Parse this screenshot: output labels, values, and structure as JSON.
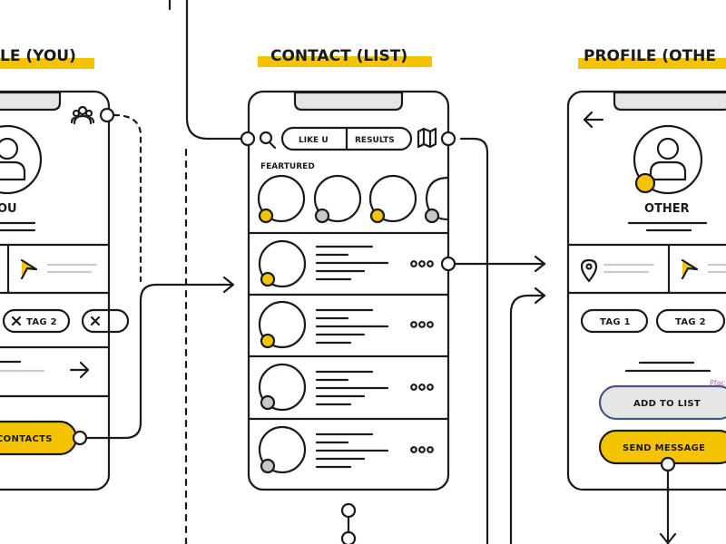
{
  "colors": {
    "accent": "#f5c400",
    "ink": "#1a1a1a",
    "grey_fill": "#e6e6e6",
    "grey_line": "#cccccc",
    "dot_grey": "#c8c8c8",
    "button_border": "#4a5480"
  },
  "screens": {
    "left": {
      "title": "LE (YOU)",
      "name": "YOU",
      "tag_2": "TAG 2",
      "button": "CONTACTS"
    },
    "middle": {
      "title": "CONTACT (LIST)",
      "tab_1": "LIKE U",
      "tab_2": "RESULTS",
      "featured_label": "FEARTURED",
      "featured_dots": [
        "accent",
        "grey",
        "accent",
        "grey"
      ],
      "row_dots": [
        "accent",
        "accent",
        "grey",
        "grey"
      ]
    },
    "right": {
      "title": "PROFILE (OTHE",
      "name": "OTHER",
      "tag_1": "TAG 1",
      "tag_2": "TAG 2",
      "button_1": "ADD TO LIST",
      "button_2": "SEND MESSAGE",
      "annotation": "Pfac"
    }
  },
  "icons": [
    "users-icon",
    "location-pin-icon",
    "send-icon",
    "search-icon",
    "map-icon",
    "back-arrow-icon",
    "close-icon",
    "forward-arrow-icon",
    "more-icon"
  ]
}
